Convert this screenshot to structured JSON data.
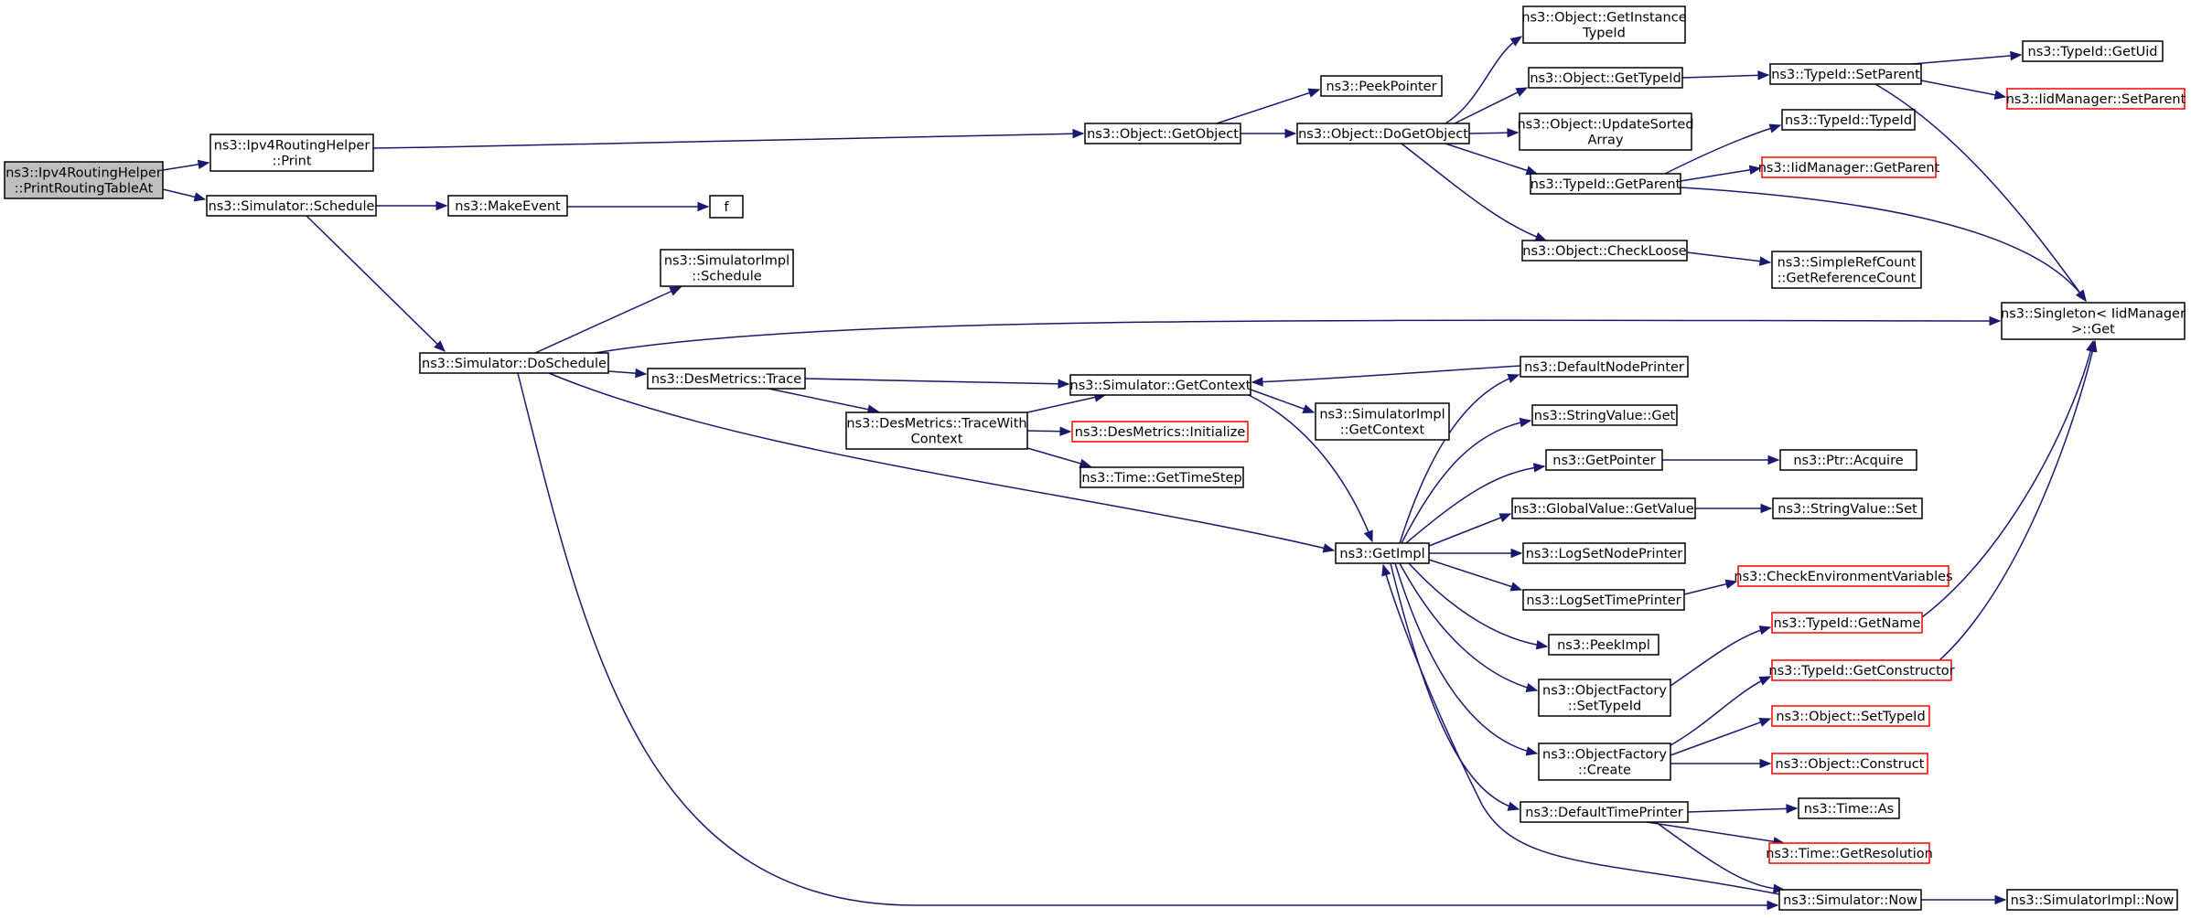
{
  "graph": {
    "title": "",
    "colors": {
      "edge": "#191970",
      "node_border": "#000000",
      "truncated_border": "#ff0000",
      "root_fill": "#bfbfbf",
      "node_fill": "#ffffff"
    },
    "nodes": [
      {
        "id": "root",
        "lines": [
          "ns3::Ipv4RoutingHelper",
          "::PrintRoutingTableAt"
        ],
        "style": "root"
      },
      {
        "id": "ipv4print",
        "lines": [
          "ns3::Ipv4RoutingHelper",
          "::Print"
        ],
        "style": "normal"
      },
      {
        "id": "schedule",
        "lines": [
          "ns3::Simulator::Schedule"
        ],
        "style": "normal"
      },
      {
        "id": "makeevent",
        "lines": [
          "ns3::MakeEvent"
        ],
        "style": "normal"
      },
      {
        "id": "f",
        "lines": [
          "f"
        ],
        "style": "normal"
      },
      {
        "id": "doschedule",
        "lines": [
          "ns3::Simulator::DoSchedule"
        ],
        "style": "normal"
      },
      {
        "id": "simimplsched",
        "lines": [
          "ns3::SimulatorImpl",
          "::Schedule"
        ],
        "style": "normal"
      },
      {
        "id": "destrace",
        "lines": [
          "ns3::DesMetrics::Trace"
        ],
        "style": "normal"
      },
      {
        "id": "destracectx",
        "lines": [
          "ns3::DesMetrics::TraceWith",
          "Context"
        ],
        "style": "normal"
      },
      {
        "id": "getcontext",
        "lines": [
          "ns3::Simulator::GetContext"
        ],
        "style": "normal"
      },
      {
        "id": "desinit",
        "lines": [
          "ns3::DesMetrics::Initialize"
        ],
        "style": "truncated"
      },
      {
        "id": "gettimestep",
        "lines": [
          "ns3::Time::GetTimeStep"
        ],
        "style": "normal"
      },
      {
        "id": "simimplgetctx",
        "lines": [
          "ns3::SimulatorImpl",
          "::GetContext"
        ],
        "style": "normal"
      },
      {
        "id": "getobject",
        "lines": [
          "ns3::Object::GetObject"
        ],
        "style": "normal"
      },
      {
        "id": "peekpointer",
        "lines": [
          "ns3::PeekPointer"
        ],
        "style": "normal"
      },
      {
        "id": "dogetobject",
        "lines": [
          "ns3::Object::DoGetObject"
        ],
        "style": "normal"
      },
      {
        "id": "getinsttypeid",
        "lines": [
          "ns3::Object::GetInstance",
          "TypeId"
        ],
        "style": "normal"
      },
      {
        "id": "objgettypeid",
        "lines": [
          "ns3::Object::GetTypeId"
        ],
        "style": "normal"
      },
      {
        "id": "updatesorted",
        "lines": [
          "ns3::Object::UpdateSorted",
          "Array"
        ],
        "style": "normal"
      },
      {
        "id": "typeidgetparent",
        "lines": [
          "ns3::TypeId::GetParent"
        ],
        "style": "normal"
      },
      {
        "id": "checkloose",
        "lines": [
          "ns3::Object::CheckLoose"
        ],
        "style": "normal"
      },
      {
        "id": "setparent",
        "lines": [
          "ns3::TypeId::SetParent"
        ],
        "style": "normal"
      },
      {
        "id": "getuid",
        "lines": [
          "ns3::TypeId::GetUid"
        ],
        "style": "normal"
      },
      {
        "id": "iidsetparent",
        "lines": [
          "ns3::IidManager::SetParent"
        ],
        "style": "truncated"
      },
      {
        "id": "typeidctor",
        "lines": [
          "ns3::TypeId::TypeId"
        ],
        "style": "normal"
      },
      {
        "id": "iidgetparent",
        "lines": [
          "ns3::IidManager::GetParent"
        ],
        "style": "truncated"
      },
      {
        "id": "getrefcount",
        "lines": [
          "ns3::SimpleRefCount",
          "::GetReferenceCount"
        ],
        "style": "normal"
      },
      {
        "id": "singleton",
        "lines": [
          "ns3::Singleton< IidManager",
          ">::Get"
        ],
        "style": "normal"
      },
      {
        "id": "getimpl",
        "lines": [
          "ns3::GetImpl"
        ],
        "style": "normal"
      },
      {
        "id": "defnodeprinter",
        "lines": [
          "ns3::DefaultNodePrinter"
        ],
        "style": "normal"
      },
      {
        "id": "strvalget",
        "lines": [
          "ns3::StringValue::Get"
        ],
        "style": "normal"
      },
      {
        "id": "getpointer",
        "lines": [
          "ns3::GetPointer"
        ],
        "style": "normal"
      },
      {
        "id": "ptracquire",
        "lines": [
          "ns3::Ptr::Acquire"
        ],
        "style": "normal"
      },
      {
        "id": "globalvalget",
        "lines": [
          "ns3::GlobalValue::GetValue"
        ],
        "style": "normal"
      },
      {
        "id": "strvalset",
        "lines": [
          "ns3::StringValue::Set"
        ],
        "style": "normal"
      },
      {
        "id": "logsetnode",
        "lines": [
          "ns3::LogSetNodePrinter"
        ],
        "style": "normal"
      },
      {
        "id": "logsettime",
        "lines": [
          "ns3::LogSetTimePrinter"
        ],
        "style": "normal"
      },
      {
        "id": "checkenv",
        "lines": [
          "ns3::CheckEnvironmentVariables"
        ],
        "style": "truncated"
      },
      {
        "id": "peekimpl",
        "lines": [
          "ns3::PeekImpl"
        ],
        "style": "normal"
      },
      {
        "id": "objfactsettype",
        "lines": [
          "ns3::ObjectFactory",
          "::SetTypeId"
        ],
        "style": "normal"
      },
      {
        "id": "typeidgetname",
        "lines": [
          "ns3::TypeId::GetName"
        ],
        "style": "truncated"
      },
      {
        "id": "objfactcreate",
        "lines": [
          "ns3::ObjectFactory",
          "::Create"
        ],
        "style": "normal"
      },
      {
        "id": "typeidgetctor",
        "lines": [
          "ns3::TypeId::GetConstructor"
        ],
        "style": "truncated"
      },
      {
        "id": "objsettypeid",
        "lines": [
          "ns3::Object::SetTypeId"
        ],
        "style": "truncated"
      },
      {
        "id": "objconstruct",
        "lines": [
          "ns3::Object::Construct"
        ],
        "style": "truncated"
      },
      {
        "id": "deftimeprinter",
        "lines": [
          "ns3::DefaultTimePrinter"
        ],
        "style": "normal"
      },
      {
        "id": "timeas",
        "lines": [
          "ns3::Time::As"
        ],
        "style": "normal"
      },
      {
        "id": "timegetres",
        "lines": [
          "ns3::Time::GetResolution"
        ],
        "style": "truncated"
      },
      {
        "id": "simnow",
        "lines": [
          "ns3::Simulator::Now"
        ],
        "style": "normal"
      },
      {
        "id": "simimplnow",
        "lines": [
          "ns3::SimulatorImpl::Now"
        ],
        "style": "normal"
      }
    ],
    "edges": [
      {
        "from": "root",
        "to": "ipv4print"
      },
      {
        "from": "root",
        "to": "schedule"
      },
      {
        "from": "ipv4print",
        "to": "getobject"
      },
      {
        "from": "schedule",
        "to": "makeevent"
      },
      {
        "from": "schedule",
        "to": "doschedule"
      },
      {
        "from": "makeevent",
        "to": "f"
      },
      {
        "from": "doschedule",
        "to": "simimplsched"
      },
      {
        "from": "doschedule",
        "to": "destrace"
      },
      {
        "from": "doschedule",
        "to": "singleton"
      },
      {
        "from": "doschedule",
        "to": "getimpl"
      },
      {
        "from": "doschedule",
        "to": "simnow"
      },
      {
        "from": "destrace",
        "to": "getcontext"
      },
      {
        "from": "destrace",
        "to": "destracectx"
      },
      {
        "from": "destracectx",
        "to": "getcontext"
      },
      {
        "from": "destracectx",
        "to": "desinit"
      },
      {
        "from": "destracectx",
        "to": "gettimestep"
      },
      {
        "from": "getcontext",
        "to": "simimplgetctx"
      },
      {
        "from": "getcontext",
        "to": "getimpl"
      },
      {
        "from": "defnodeprinter",
        "to": "getcontext"
      },
      {
        "from": "getobject",
        "to": "peekpointer"
      },
      {
        "from": "getobject",
        "to": "dogetobject"
      },
      {
        "from": "dogetobject",
        "to": "getinsttypeid"
      },
      {
        "from": "dogetobject",
        "to": "objgettypeid"
      },
      {
        "from": "dogetobject",
        "to": "updatesorted"
      },
      {
        "from": "dogetobject",
        "to": "typeidgetparent"
      },
      {
        "from": "dogetobject",
        "to": "checkloose"
      },
      {
        "from": "objgettypeid",
        "to": "setparent"
      },
      {
        "from": "setparent",
        "to": "getuid"
      },
      {
        "from": "setparent",
        "to": "iidsetparent"
      },
      {
        "from": "setparent",
        "to": "singleton"
      },
      {
        "from": "typeidgetparent",
        "to": "typeidctor"
      },
      {
        "from": "typeidgetparent",
        "to": "iidgetparent"
      },
      {
        "from": "typeidgetparent",
        "to": "singleton"
      },
      {
        "from": "checkloose",
        "to": "getrefcount"
      },
      {
        "from": "getimpl",
        "to": "defnodeprinter"
      },
      {
        "from": "getimpl",
        "to": "strvalget"
      },
      {
        "from": "getimpl",
        "to": "getpointer"
      },
      {
        "from": "getimpl",
        "to": "globalvalget"
      },
      {
        "from": "getimpl",
        "to": "logsetnode"
      },
      {
        "from": "getimpl",
        "to": "logsettime"
      },
      {
        "from": "getimpl",
        "to": "peekimpl"
      },
      {
        "from": "getimpl",
        "to": "objfactsettype"
      },
      {
        "from": "getimpl",
        "to": "objfactcreate"
      },
      {
        "from": "getimpl",
        "to": "deftimeprinter"
      },
      {
        "from": "getpointer",
        "to": "ptracquire"
      },
      {
        "from": "globalvalget",
        "to": "strvalset"
      },
      {
        "from": "logsettime",
        "to": "checkenv"
      },
      {
        "from": "objfactsettype",
        "to": "typeidgetname"
      },
      {
        "from": "typeidgetname",
        "to": "singleton"
      },
      {
        "from": "objfactcreate",
        "to": "typeidgetctor"
      },
      {
        "from": "objfactcreate",
        "to": "objsettypeid"
      },
      {
        "from": "objfactcreate",
        "to": "objconstruct"
      },
      {
        "from": "typeidgetctor",
        "to": "singleton"
      },
      {
        "from": "deftimeprinter",
        "to": "timeas"
      },
      {
        "from": "deftimeprinter",
        "to": "timegetres"
      },
      {
        "from": "deftimeprinter",
        "to": "simnow"
      },
      {
        "from": "simnow",
        "to": "getimpl"
      },
      {
        "from": "simnow",
        "to": "simimplnow"
      }
    ]
  }
}
